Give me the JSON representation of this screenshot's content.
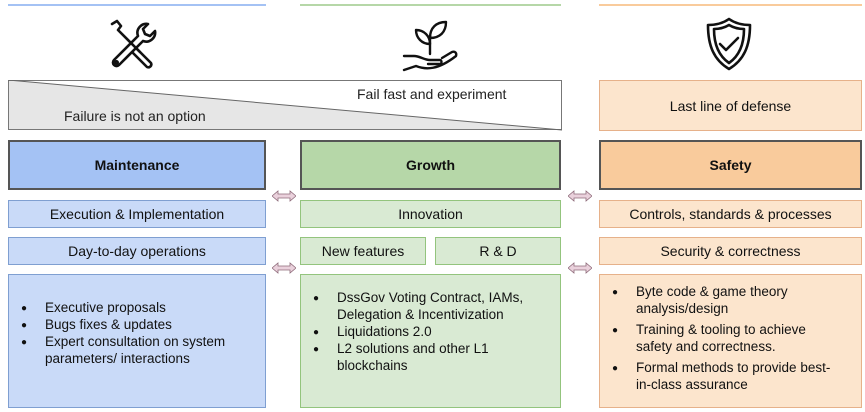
{
  "columns": {
    "maintenance": {
      "icon": "tools-icon",
      "banner_text": "Failure is not an option",
      "header": "Maintenance",
      "row1": "Execution & Implementation",
      "row2": "Day-to-day operations",
      "bullets": [
        "Executive proposals",
        "Bugs fixes & updates",
        "Expert consultation on system parameters/ interactions"
      ],
      "color": "#a4c2f4"
    },
    "growth": {
      "icon": "plant-hand-icon",
      "banner_text": "Fail fast and experiment",
      "header": "Growth",
      "row1": "Innovation",
      "row2a": "New features",
      "row2b": "R & D",
      "bullets": [
        "DssGov Voting Contract, IAMs, Delegation & Incentivization",
        "Liquidations 2.0",
        "L2 solutions and other L1 blockchains"
      ],
      "color": "#b6d7a8"
    },
    "safety": {
      "icon": "shield-check-icon",
      "banner_text": "Last line of defense",
      "header": "Safety",
      "row1": "Controls, standards & processes",
      "row2": "Security & correctness",
      "bullets": [
        "Byte code & game theory analysis/design",
        "Training & tooling to achieve safety and correctness.",
        "Formal methods to provide best-in-class assurance"
      ],
      "color": "#f9cb9c"
    }
  },
  "connectors": "double-arrow-icon"
}
